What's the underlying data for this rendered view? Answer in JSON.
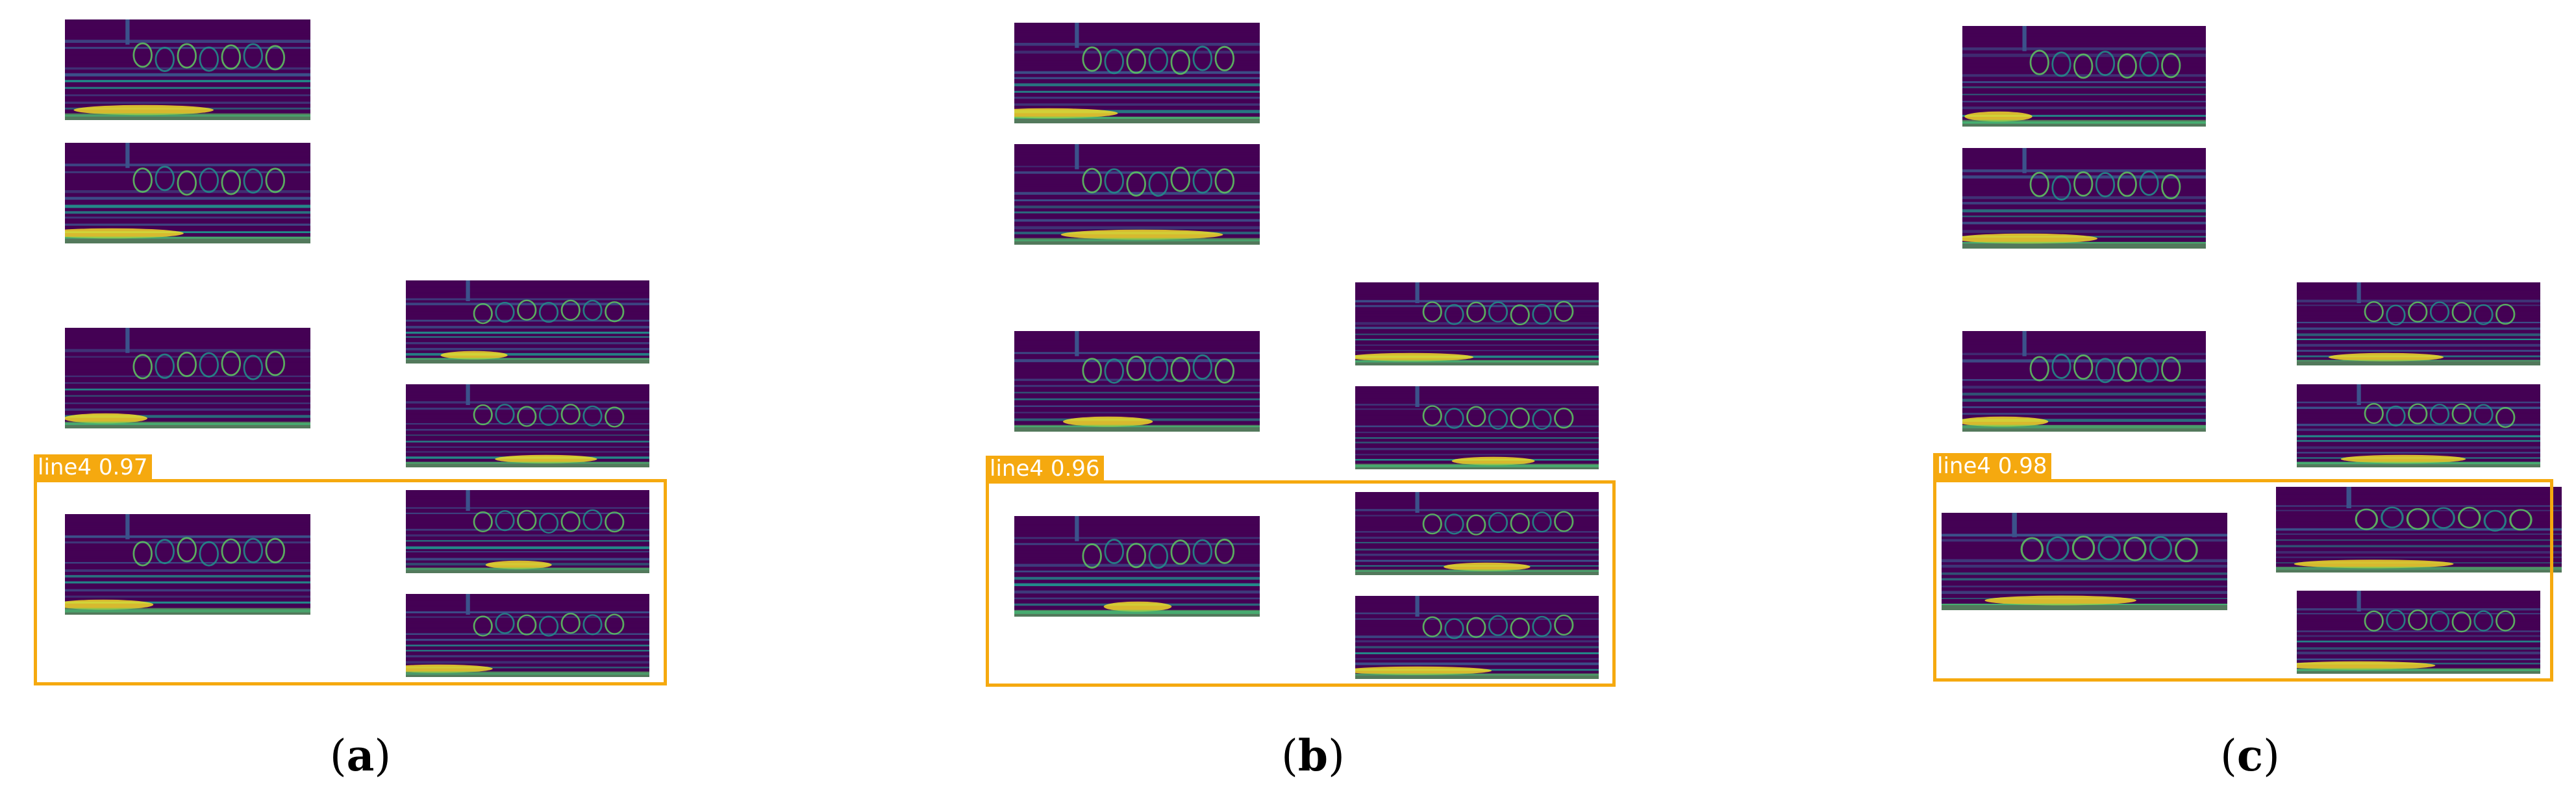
{
  "colors": {
    "detection_box": "#f5a90f",
    "detection_text": "#ffffff",
    "spectrogram_dark": "#440154",
    "spectrogram_mid": "#3b528b",
    "spectrogram_teal": "#21918c",
    "spectrogram_green": "#5ec962",
    "spectrogram_yellow": "#fde725"
  },
  "panels": [
    {
      "detection": {
        "class_label": "line4",
        "confidence": "0.97"
      },
      "caption": {
        "open": "(",
        "letter": "a",
        "close": ")"
      }
    },
    {
      "detection": {
        "class_label": "line4",
        "confidence": "0.96"
      },
      "caption": {
        "open": "(",
        "letter": "b",
        "close": ")"
      }
    },
    {
      "detection": {
        "class_label": "line4",
        "confidence": "0.98"
      },
      "caption": {
        "open": "(",
        "letter": "c",
        "close": ")"
      }
    }
  ]
}
